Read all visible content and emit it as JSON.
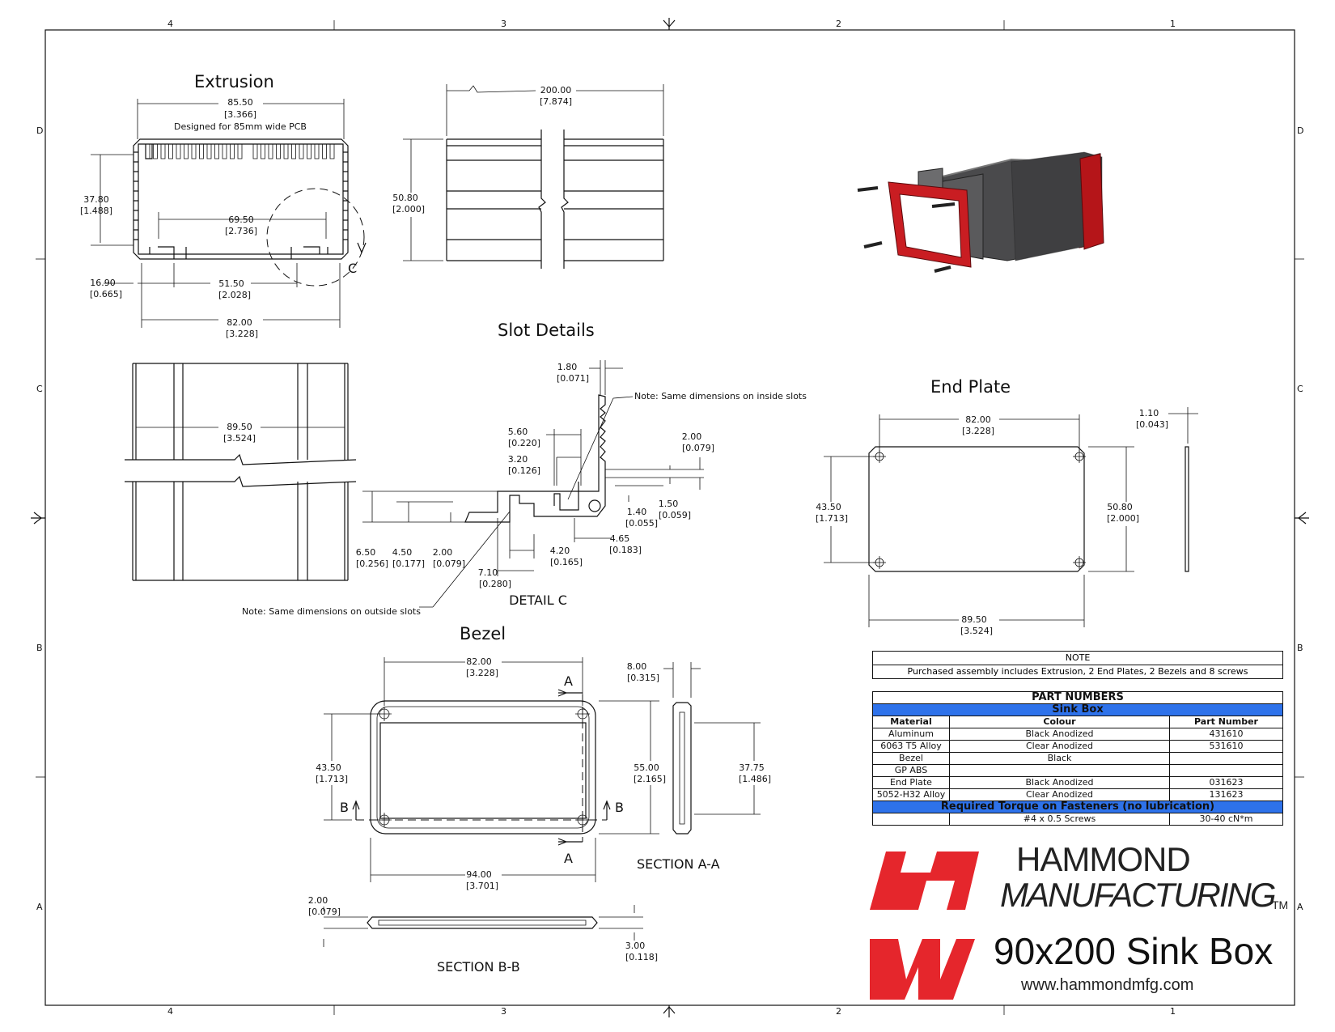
{
  "zones": {
    "columns": [
      "4",
      "3",
      "2",
      "1"
    ],
    "rows": [
      "D",
      "C",
      "B",
      "A"
    ]
  },
  "extrusion": {
    "title": "Extrusion",
    "width_dim": "85.50",
    "width_dim_in": "[3.366]",
    "pcb_note": "Designed for 85mm wide PCB",
    "height_dim": "37.80",
    "height_dim_in": "[1.488]",
    "inner_dim": "69.50",
    "inner_dim_in": "[2.736]",
    "slot_offset": "16.90",
    "slot_offset_in": "[0.665]",
    "slot_spacing": "51.50",
    "slot_spacing_in": "[2.028]",
    "base_width": "82.00",
    "base_width_in": "[3.228]",
    "detail_label": "C"
  },
  "side_view": {
    "length": "200.00",
    "length_in": "[7.874]",
    "height": "50.80",
    "height_in": "[2.000]"
  },
  "top_view": {
    "width": "89.50",
    "width_in": "[3.524]"
  },
  "slot_details": {
    "title": "Slot Details",
    "d1": "1.80",
    "d1_in": "[0.071]",
    "inside_note": "Note: Same dimensions on inside slots",
    "d2": "5.60",
    "d2_in": "[0.220]",
    "d3": "3.20",
    "d3_in": "[0.126]",
    "d4": "2.00",
    "d4_in": "[0.079]",
    "d5": "1.50",
    "d5_in": "[0.059]",
    "d6": "1.40",
    "d6_in": "[0.055]",
    "d7": "4.65",
    "d7_in": "[0.183]",
    "d8": "4.20",
    "d8_in": "[0.165]",
    "d9": "7.10",
    "d9_in": "[0.280]",
    "d10": "6.50",
    "d10_in": "[0.256]",
    "d11": "4.50",
    "d11_in": "[0.177]",
    "d12": "2.00",
    "d12_in": "[0.079]",
    "detail_title": "DETAIL  C",
    "outside_note": "Note: Same dimensions on outside slots"
  },
  "end_plate": {
    "title": "End Plate",
    "width": "82.00",
    "width_in": "[3.228]",
    "thick": "1.10",
    "thick_in": "[0.043]",
    "hole_h": "43.50",
    "hole_h_in": "[1.713]",
    "height": "50.80",
    "height_in": "[2.000]",
    "overall": "89.50",
    "overall_in": "[3.524]"
  },
  "bezel": {
    "title": "Bezel",
    "width": "82.00",
    "width_in": "[3.228]",
    "depth": "8.00",
    "depth_in": "[0.315]",
    "hole_h": "43.50",
    "hole_h_in": "[1.713]",
    "height": "55.00",
    "height_in": "[2.165]",
    "inner_h": "37.75",
    "inner_h_in": "[1.486]",
    "overall": "94.00",
    "overall_in": "[3.701]",
    "lip": "2.00",
    "lip_in": "[0.079]",
    "thick": "3.00",
    "thick_in": "[0.118]",
    "sec_a": "A",
    "sec_b": "B",
    "section_aa": "SECTION  A-A",
    "section_bb": "SECTION  B-B"
  },
  "note": {
    "title": "NOTE",
    "text": "Purchased assembly includes Extrusion, 2 End Plates, 2 Bezels and 8 screws"
  },
  "parts": {
    "title": "PART NUMBERS",
    "subtitle": "Sink Box",
    "col_material": "Material",
    "col_colour": "Colour",
    "col_part": "Part Number",
    "rows": [
      {
        "material": "Aluminum",
        "colour": "Black Anodized",
        "part": "431610"
      },
      {
        "material": "6063 T5 Alloy",
        "colour": "Clear Anodized",
        "part": "531610"
      },
      {
        "material": "Bezel",
        "colour": "Black",
        "part": ""
      },
      {
        "material": "GP ABS",
        "colour": "",
        "part": ""
      },
      {
        "material": "End Plate",
        "colour": "Black Anodized",
        "part": "031623"
      },
      {
        "material": "5052-H32 Alloy",
        "colour": "Clear Anodized",
        "part": "131623"
      }
    ],
    "torque_title": "Required Torque on Fasteners (no lubrication)",
    "torque_item": "#4 x 0.5 Screws",
    "torque_value": "30-40 cN*m"
  },
  "brand": {
    "line1": "HAMMOND",
    "line2": "MANUFACTURING",
    "tm": "TM",
    "product": "90x200 Sink Box",
    "url": "www.hammondmfg.com",
    "logo_color": "#e5262c"
  }
}
